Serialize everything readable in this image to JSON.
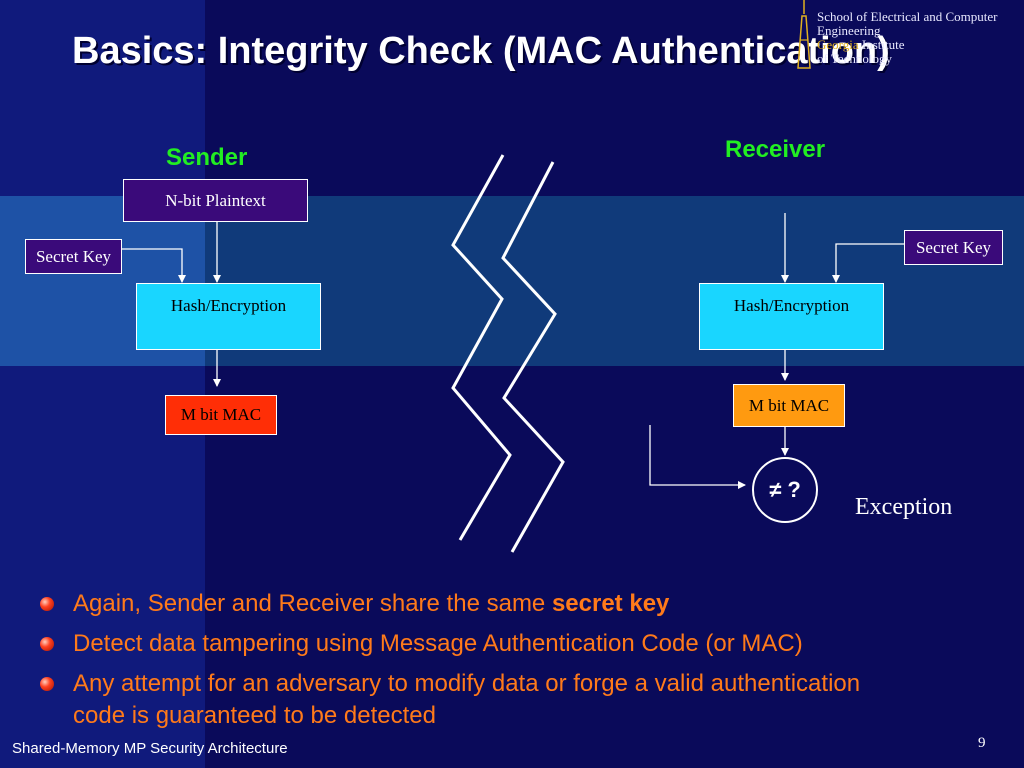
{
  "slide": {
    "title": "Basics: Integrity Check (MAC Authentication)",
    "page_number": "9",
    "footer": "Shared-Memory MP Security Architecture"
  },
  "logo": {
    "line1": "School of Electrical and Computer",
    "line2": "Engineering",
    "line3_gold": "Georgia",
    "line3_rest": " Institute",
    "line4": "of Technology"
  },
  "sender": {
    "heading": "Sender",
    "plaintext": "N-bit Plaintext",
    "secret_key": "Secret Key",
    "hash": "Hash/Encryption",
    "mac": "M bit MAC"
  },
  "receiver": {
    "heading": "Receiver",
    "secret_key": "Secret Key",
    "hash": "Hash/Encryption",
    "mac": "M bit MAC",
    "compare": "≠ ?",
    "exception": "Exception"
  },
  "bullets": [
    {
      "text": "Again, Sender and Receiver share the same ",
      "bold": "secret key"
    },
    {
      "text": "Detect data tampering using Message Authentication Code (or MAC)"
    },
    {
      "text": "Any attempt for an adversary to modify data or forge a valid authentication code is guaranteed to be detected"
    }
  ],
  "colors": {
    "background": "#0a0a5a",
    "heading_green": "#22ee22",
    "bullet_orange": "#ff7a1a",
    "box_cyan": "#19d6ff",
    "box_purple": "#3a0a7a",
    "mac_red": "#ff2e06",
    "mac_orange": "#ff9a10"
  }
}
